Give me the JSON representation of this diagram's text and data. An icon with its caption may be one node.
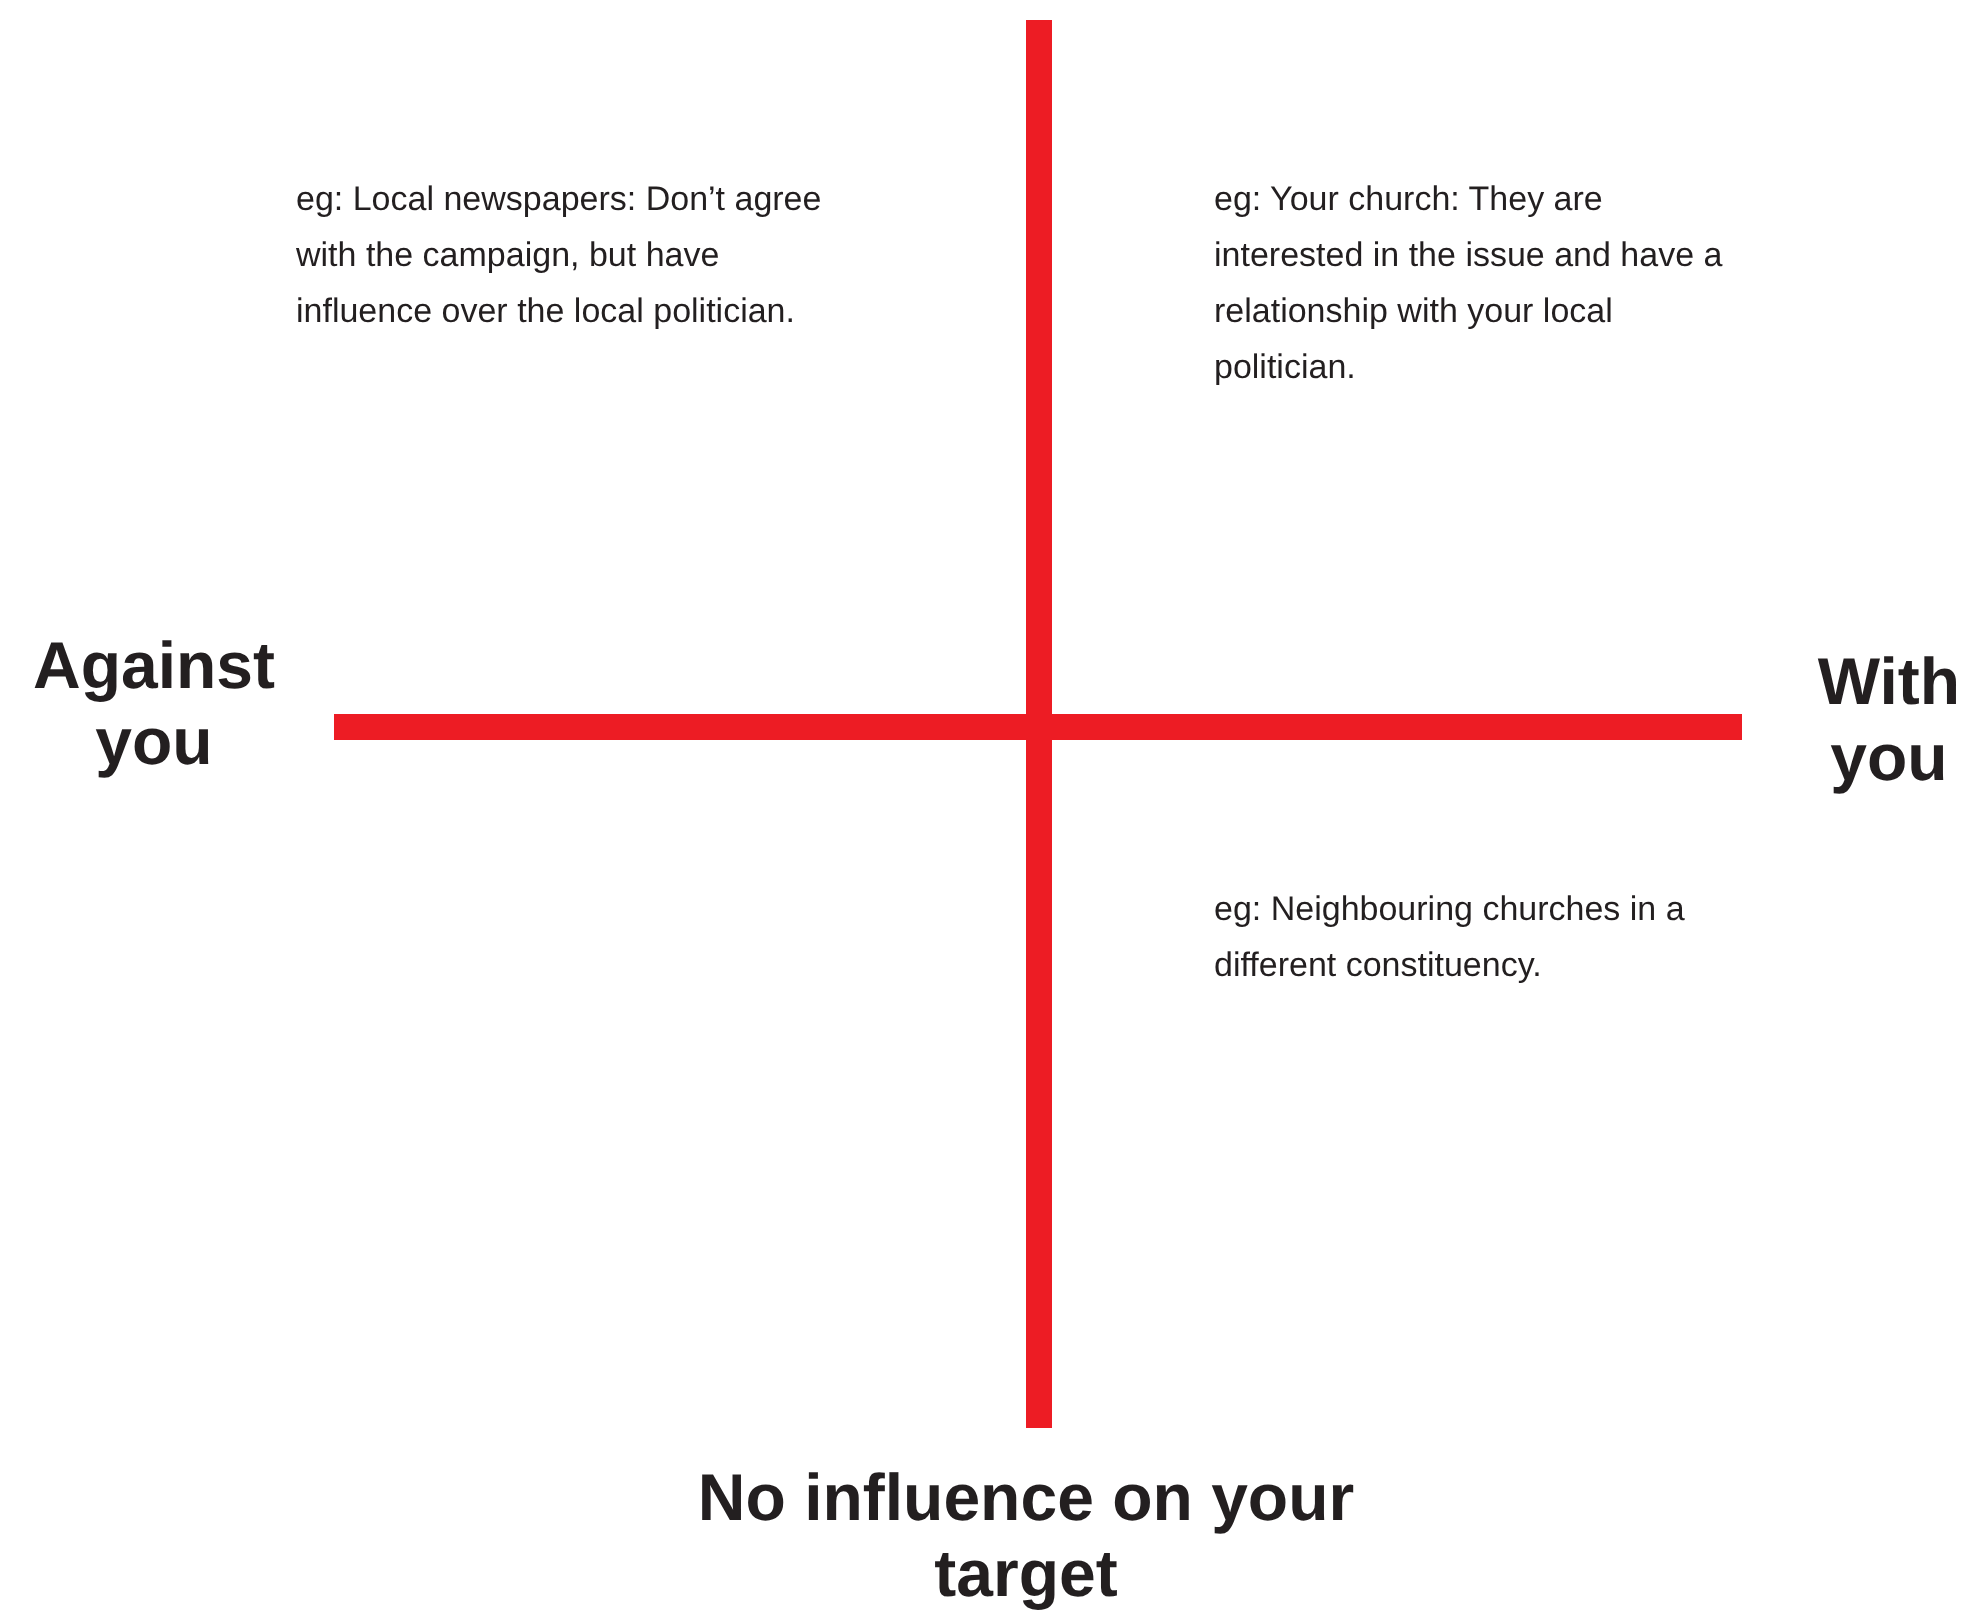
{
  "diagram": {
    "labels": [
      "eg: Local newspapers: Don’t agree with the campaign, but have influence over the local politician.",
      "eg: Your church: They are interested in the issue and have a relationship with your local politician.",
      "Against you",
      "With you",
      "eg: Neighbouring churches in a different constituency.",
      "No influence on your target"
    ]
  }
}
